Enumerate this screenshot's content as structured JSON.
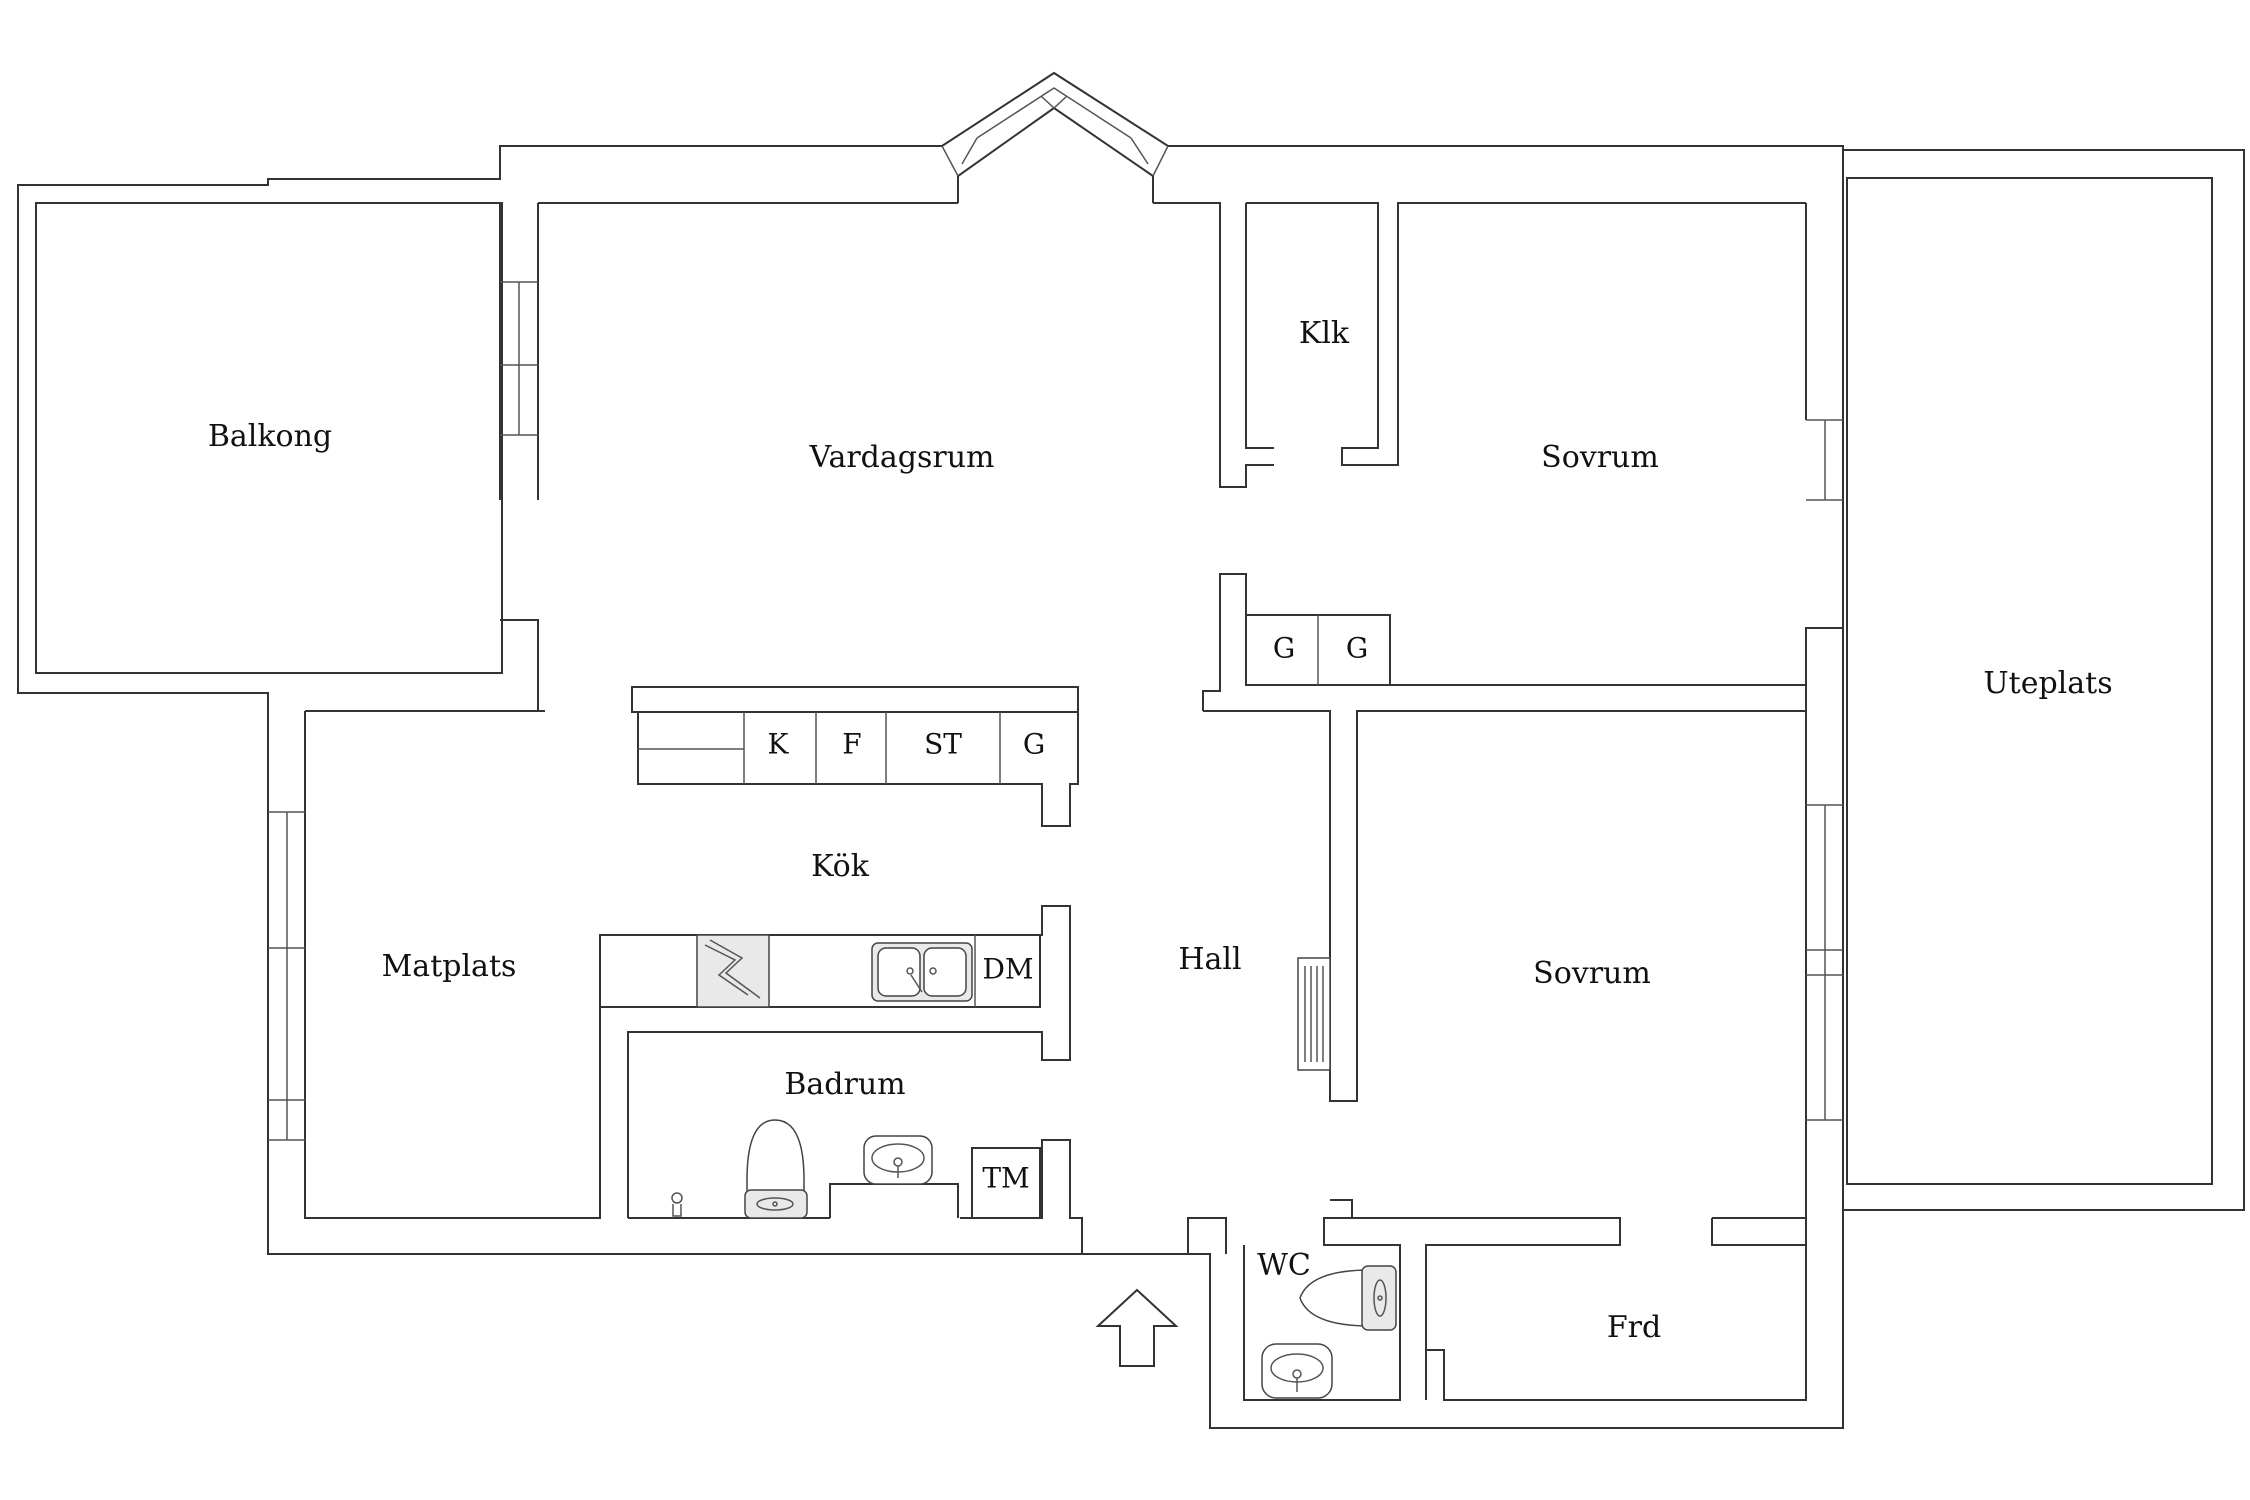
{
  "rooms": {
    "balkong": "Balkong",
    "vardagsrum": "Vardagsrum",
    "klk": "Klk",
    "sovrum_top": "Sovrum",
    "uteplats": "Uteplats",
    "kok": "Kök",
    "matplats": "Matplats",
    "hall": "Hall",
    "sovrum_bottom": "Sovrum",
    "badrum": "Badrum",
    "wc": "WC",
    "frd": "Frd"
  },
  "appliances": {
    "k": "K",
    "f": "F",
    "st": "ST",
    "g_kitchen": "G",
    "g_wardrobe_1": "G",
    "g_wardrobe_2": "G",
    "dm": "DM",
    "tm": "TM"
  },
  "icons": {
    "entrance": "arrow-up-icon",
    "stove": "stove-icon",
    "sink": "kitchen-sink-icon",
    "toilet": "toilet-icon",
    "washbasin": "washbasin-icon",
    "radiator": "radiator-icon"
  },
  "colors": {
    "wall": "#333333",
    "background": "#ffffff",
    "appliance_fill": "#e9e9e9"
  }
}
